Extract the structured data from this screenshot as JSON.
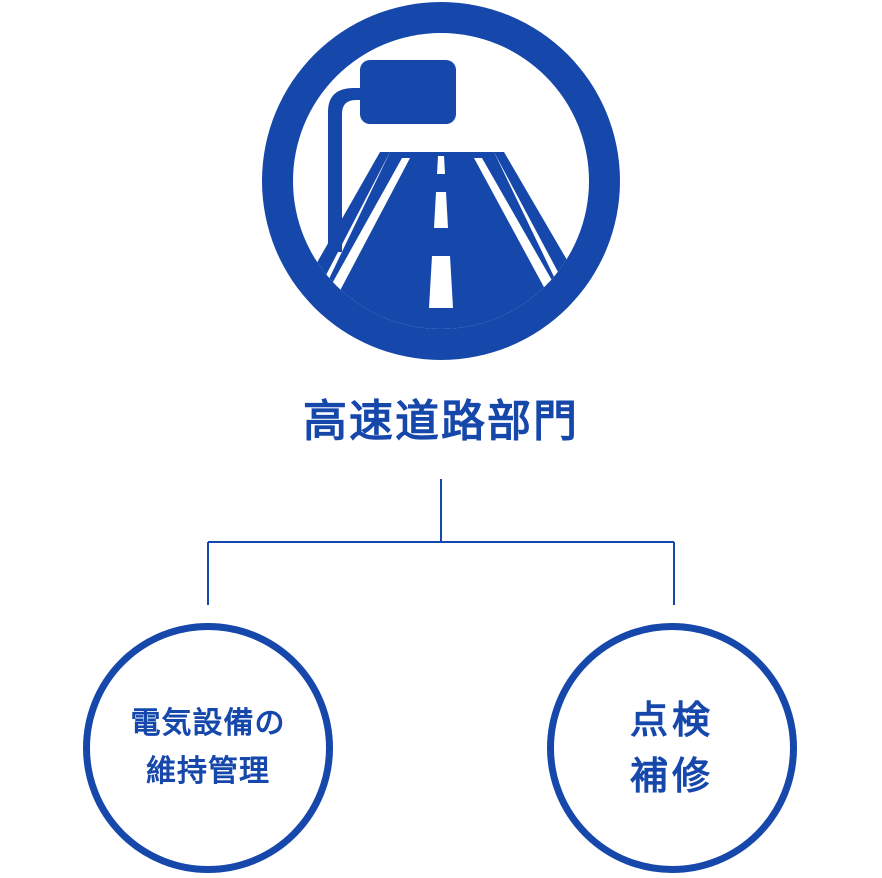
{
  "colors": {
    "brand_blue": "#1647AB",
    "connector": "#1647AB",
    "icon_foreground": "#ffffff"
  },
  "root": {
    "icon": "highway-road-sign-icon",
    "label": "高速道路部門"
  },
  "children": [
    {
      "id": "electrical",
      "lines": [
        "電気設備の",
        "維持管理"
      ]
    },
    {
      "id": "inspection",
      "lines": [
        "点検",
        "補修"
      ]
    }
  ]
}
